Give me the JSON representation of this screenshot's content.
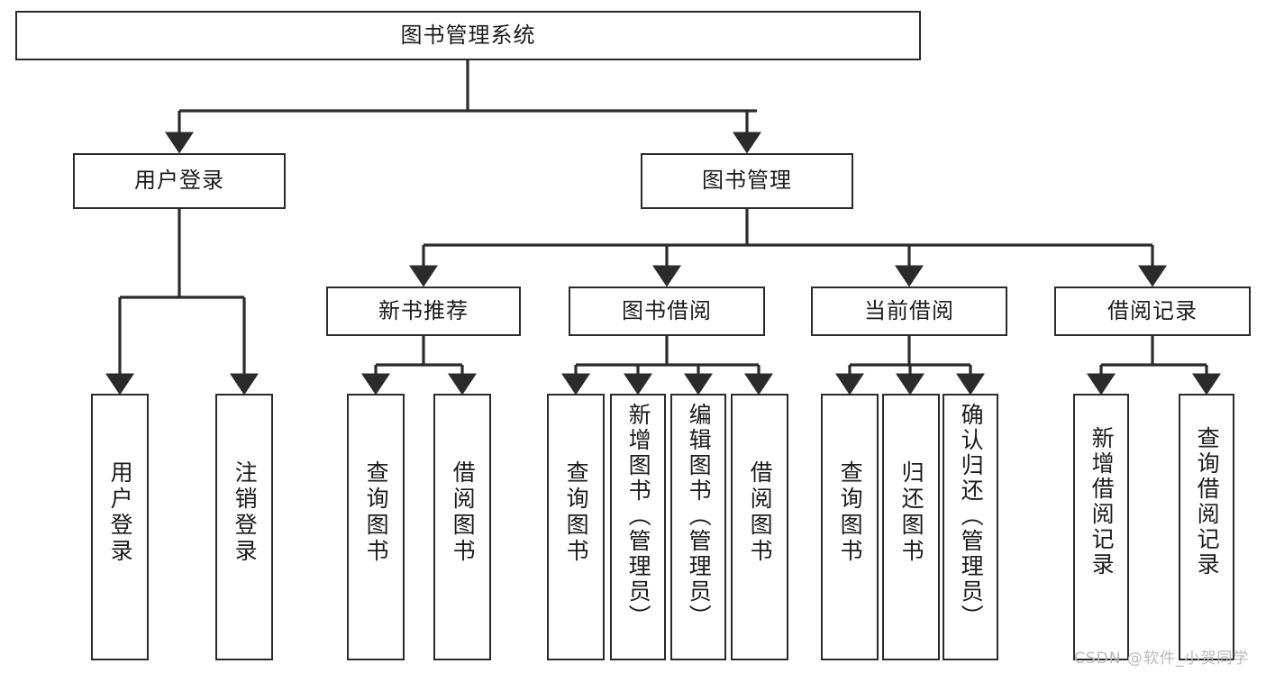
{
  "diagram": {
    "title": "图书管理系统",
    "type": "hierarchy-tree",
    "root": {
      "label": "图书管理系统"
    },
    "level2": [
      {
        "label": "用户登录"
      },
      {
        "label": "图书管理"
      }
    ],
    "level3": [
      {
        "label": "新书推荐"
      },
      {
        "label": "图书借阅"
      },
      {
        "label": "当前借阅"
      },
      {
        "label": "借阅记录"
      }
    ],
    "leaves": [
      {
        "label": "用户登录",
        "parent": "用户登录"
      },
      {
        "label": "注销登录",
        "parent": "用户登录"
      },
      {
        "label": "查询图书",
        "parent": "新书推荐"
      },
      {
        "label": "借阅图书",
        "parent": "新书推荐"
      },
      {
        "label": "查询图书",
        "parent": "图书借阅"
      },
      {
        "label": "新增图书（管理员）",
        "parent": "图书借阅"
      },
      {
        "label": "编辑图书（管理员）",
        "parent": "图书借阅"
      },
      {
        "label": "借阅图书",
        "parent": "图书借阅"
      },
      {
        "label": "查询图书",
        "parent": "当前借阅"
      },
      {
        "label": "归还图书",
        "parent": "当前借阅"
      },
      {
        "label": "确认归还（管理员）",
        "parent": "当前借阅"
      },
      {
        "label": "新增借阅记录",
        "parent": "借阅记录"
      },
      {
        "label": "查询借阅记录",
        "parent": "借阅记录"
      }
    ]
  },
  "watermark": {
    "text": "CSDN @软件_小贺同学"
  },
  "colors": {
    "stroke": "#2b2b2b",
    "fill": "#ffffff",
    "text": "#1b1b1b",
    "watermark": "#b9b9b9"
  }
}
